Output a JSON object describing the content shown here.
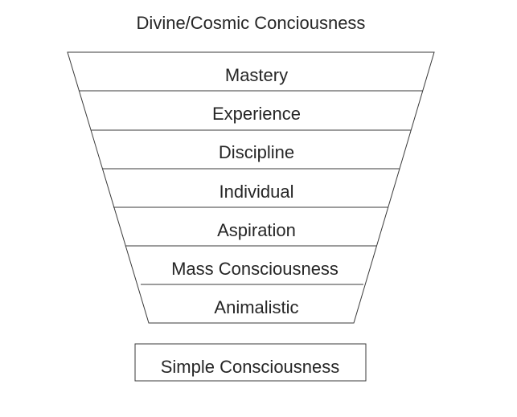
{
  "title": "Divine/Cosmic Conciousness",
  "levels": [
    "Mastery",
    "Experience",
    "Discipline",
    "Individual",
    "Aspiration",
    "Mass Consciousness",
    "Animalistic"
  ],
  "base": "Simple Consciousness"
}
